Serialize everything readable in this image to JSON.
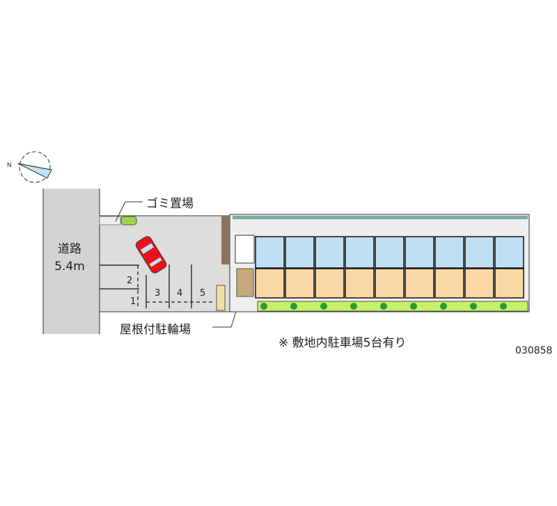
{
  "labels": {
    "garbage": "ゴミ置場",
    "road_name": "道路",
    "road_width": "5.4m",
    "bicycle": "屋根付駐輪場",
    "note": "※ 敷地内駐車場5台有り",
    "code": "030858"
  },
  "parking_spaces": [
    "1",
    "2",
    "3",
    "4",
    "5"
  ],
  "units_count": 9,
  "colors": {
    "road": "#d3d3d3",
    "lot": "#dddddd",
    "room": "#fbd7a6",
    "wet": "#bfe0f4",
    "green": "#c6f06a",
    "tree": "#2f9a2f",
    "car": "#e8141b",
    "wall": "#7ba9a6"
  }
}
